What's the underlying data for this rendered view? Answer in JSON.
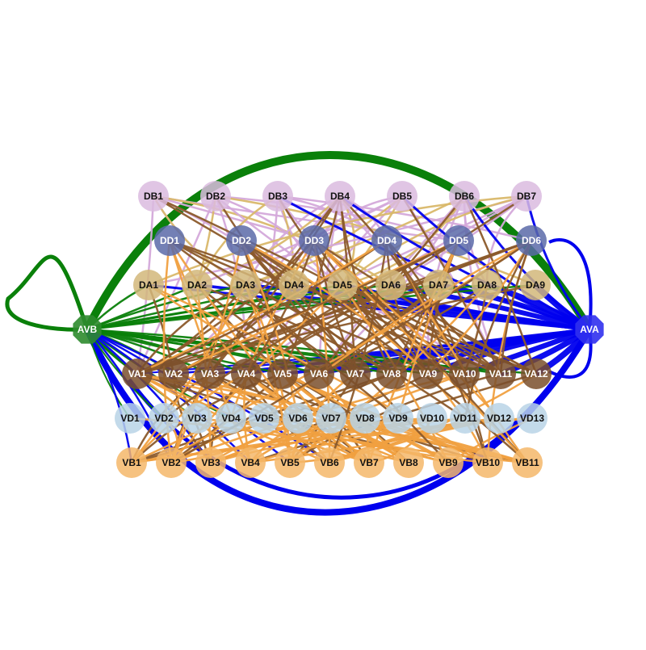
{
  "colors": {
    "DB": "#dbbbdf",
    "DD": "#5b6aa8",
    "DA": "#d2b77a",
    "VA": "#7a4f2c",
    "VD": "#b9d3e6",
    "VB": "#f4b76a",
    "AVB": "#2e8b2e",
    "AVA": "#3030ee",
    "edge_pink": "#d4a9da",
    "edge_brown": "#8b5a2b",
    "edge_orange": "#f0a040",
    "edge_tan": "#d9b86a",
    "edge_blue": "#0000ee",
    "edge_green": "#0a800a"
  },
  "nodes": {
    "DB": [
      "DB1",
      "DB2",
      "DB3",
      "DB4",
      "DB5",
      "DB6",
      "DB7"
    ],
    "DD": [
      "DD1",
      "DD2",
      "DD3",
      "DD4",
      "DD5",
      "DD6"
    ],
    "DA": [
      "DA1",
      "DA2",
      "DA3",
      "DA4",
      "DA5",
      "DA6",
      "DA7",
      "DA8",
      "DA9"
    ],
    "VA": [
      "VA1",
      "VA2",
      "VA3",
      "VA4",
      "VA5",
      "VA6",
      "VA7",
      "VA8",
      "VA9",
      "VA10",
      "VA11",
      "VA12"
    ],
    "VD": [
      "VD1",
      "VD2",
      "VD3",
      "VD4",
      "VD5",
      "VD6",
      "VD7",
      "VD8",
      "VD9",
      "VD10",
      "VD11",
      "VD12",
      "VD13"
    ],
    "VB": [
      "VB1",
      "VB2",
      "VB3",
      "VB4",
      "VB5",
      "VB6",
      "VB7",
      "VB8",
      "VB9",
      "VB10",
      "VB11"
    ],
    "hubs": [
      "AVB",
      "AVA"
    ]
  }
}
